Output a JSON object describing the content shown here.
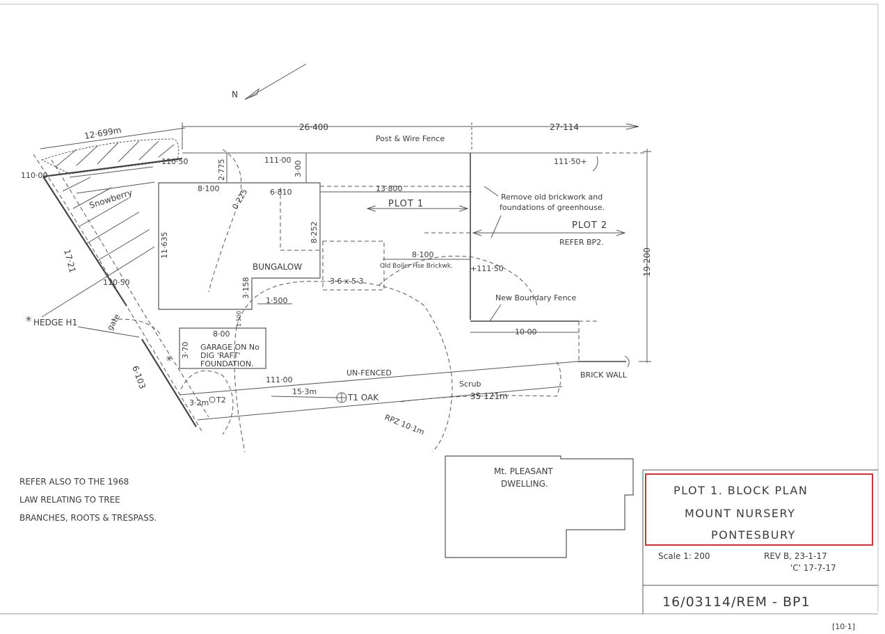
{
  "north": "N",
  "dims": {
    "top_left": "12·699m",
    "top_mid": "26·400",
    "top_right": "27·114",
    "right_side": "19·200",
    "left_diag": "17·21",
    "lower_left_diag": "6·103",
    "bottom": "35·121m",
    "plot1_width": "13·800",
    "to_boiler": "8·100",
    "fence_seg": "10·00",
    "bung_w": "8·100",
    "bung_h": "11·635",
    "bung_right": "6·810",
    "bung_inner": "8·252",
    "bung_step": "3·158",
    "bung_gap": "1·500",
    "gap_top": "2·775",
    "gap_mid": "0·225",
    "gap_3": "3·00",
    "garage_w": "8·00",
    "garage_h": "3·70",
    "garage_gap": "1·500",
    "boiler": "3·6 x 5·3",
    "tree_dist": "15·3m",
    "t2_dist": "3·2m",
    "rpz": "RPZ 10·1m"
  },
  "levels": {
    "l1": "110·00",
    "l2": "110·50",
    "l3": "111·00",
    "l4": "111·50+",
    "l5": "+111·50",
    "l6": "110·50",
    "l7": "111·00"
  },
  "labels": {
    "post_wire_fence": "Post & Wire Fence",
    "plot1": "PLOT 1",
    "plot2": "PLOT 2",
    "refer_bp2": "REFER BP2.",
    "remove_note_1": "Remove old brickwork and",
    "remove_note_2": "foundations of greenhouse.",
    "bungalow": "BUNGALOW",
    "old_boiler": "Old Boiler Hse Brickwk.",
    "new_fence": "New Boundary Fence",
    "snowberry": "Snowberry",
    "hedge": "HEDGE H1",
    "gate": "gate",
    "garage_1": "GARAGE ON No",
    "garage_2": "DIG 'RAFT'",
    "garage_3": "FOUNDATION.",
    "unfenced": "UN-FENCED",
    "scrub": "Scrub",
    "t1_oak": "T1 OAK",
    "t2": "T2",
    "brick_wall": "BRICK WALL",
    "dwelling_1": "Mt. PLEASANT",
    "dwelling_2": "DWELLING."
  },
  "note": {
    "line1": "REFER ALSO TO THE 1968",
    "line2": "LAW RELATING TO TREE",
    "line3": "BRANCHES, ROOTS & TRESPASS."
  },
  "title_block": {
    "title1": "PLOT 1.  BLOCK PLAN",
    "title2": "MOUNT  NURSERY",
    "title3": "PONTESBURY",
    "scale": "Scale 1: 200",
    "rev_b": "REV B, 23-1-17",
    "rev_c": "'C'  17-7-17",
    "ref": "16/03114/REM  -  BP1",
    "sheet": "[10·1]"
  },
  "colors": {
    "title_border": "#c8333a",
    "ink": "#444444"
  }
}
